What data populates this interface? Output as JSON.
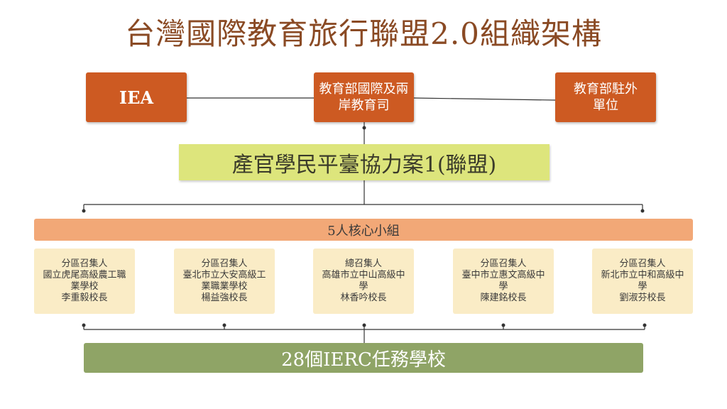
{
  "title": "台灣國際教育旅行聯盟2.0組織架構",
  "top_row": {
    "iea": "IEA",
    "moe": "教育部國際及兩岸教育司",
    "overseas": "教育部駐外單位"
  },
  "alliance": "產官學民平臺協力案1(聯盟)",
  "core_group": "5人核心小組",
  "members": [
    {
      "role": "分區召集人",
      "school": "國立虎尾高級農工職業學校",
      "person": "李重毅校長"
    },
    {
      "role": "分區召集人",
      "school": "臺北市立大安高級工業職業學校",
      "person": "楊益強校長"
    },
    {
      "role": "總召集人",
      "school": "高雄市立中山高級中學",
      "person": "林香吟校長"
    },
    {
      "role": "分區召集人",
      "school": "臺中市立惠文高級中學",
      "person": "陳建銘校長"
    },
    {
      "role": "分區召集人",
      "school": "新北市立中和高級中學",
      "person": "劉淑芬校長"
    }
  ],
  "task_schools": "28個IERC任務學校",
  "colors": {
    "title": "#8a4a24",
    "orange": "#cd5a22",
    "alliance": "#dde57c",
    "core": "#f2a877",
    "member": "#faecc6",
    "schools": "#8fa466"
  }
}
